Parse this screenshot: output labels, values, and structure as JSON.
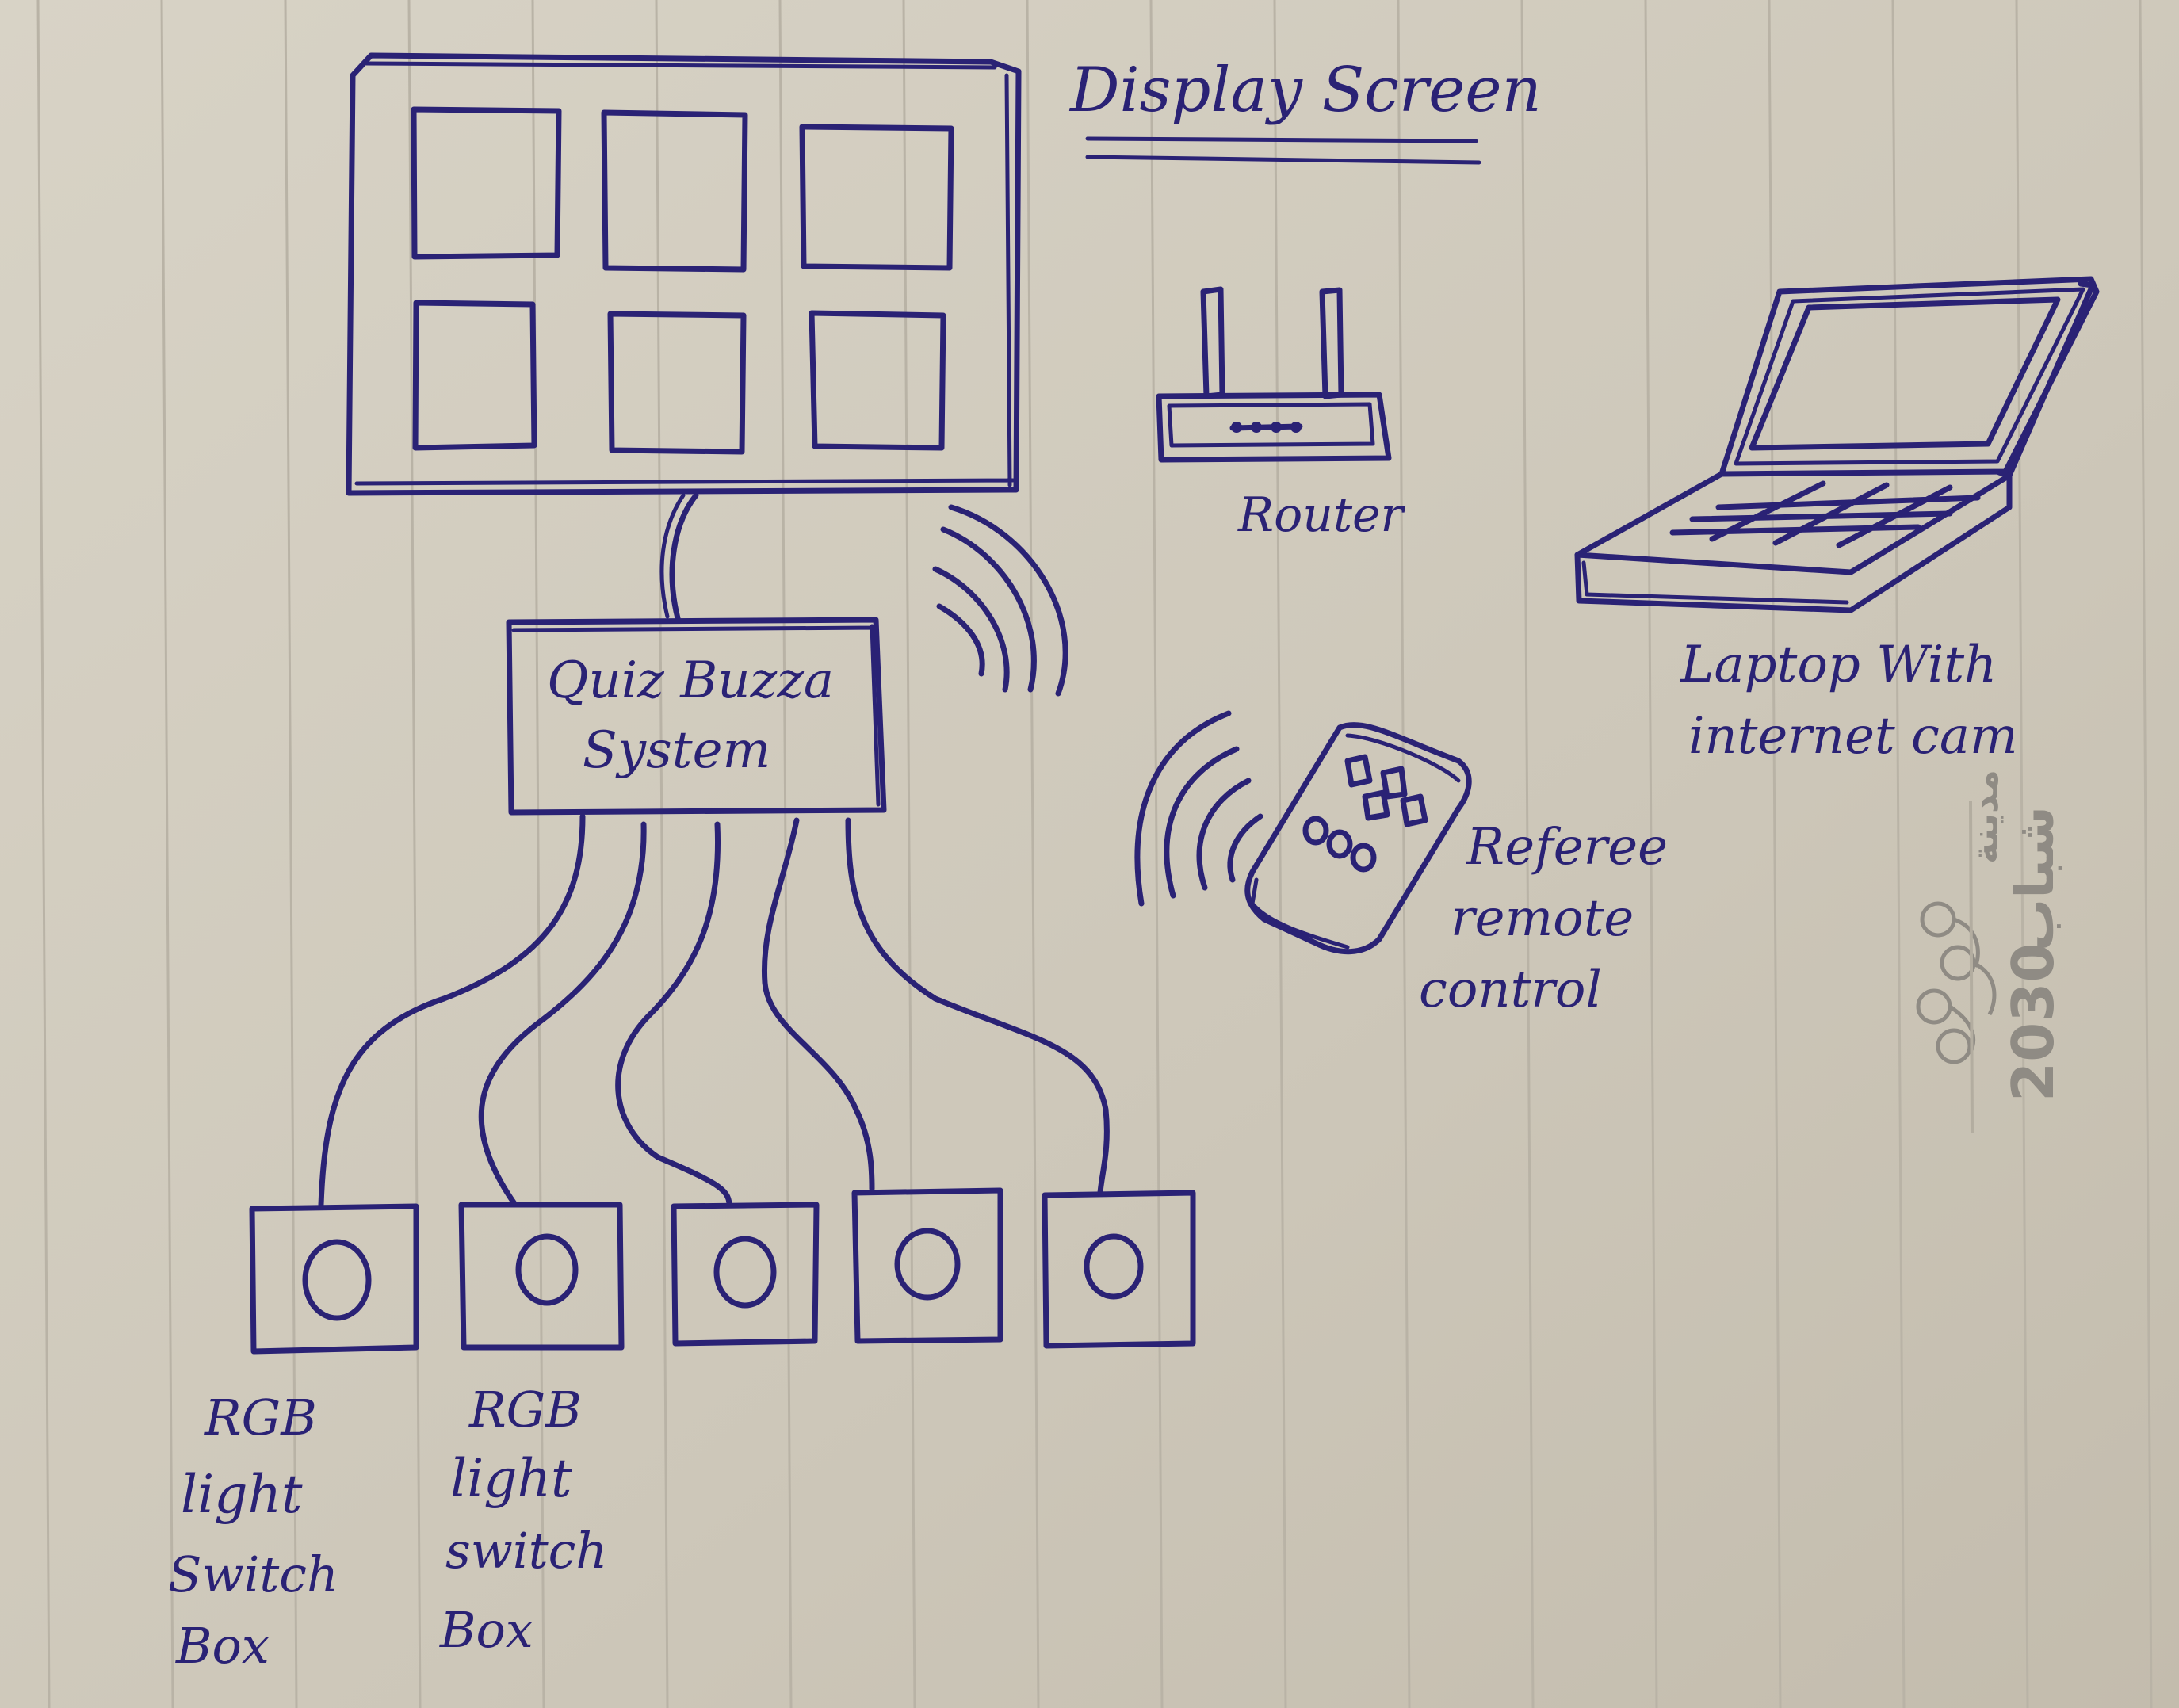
{
  "labels": {
    "display_screen": "Display Screen",
    "router": "Router",
    "laptop_line1": "Laptop With",
    "laptop_line2": "internet cam",
    "quiz_line1": "Quiz Buzza",
    "quiz_line2": "System",
    "referee_line1": "Referee",
    "referee_line2": "remote",
    "referee_line3": "control",
    "box1_line1": "RGB",
    "box1_line2": "light",
    "box1_line3": "Switch",
    "box1_line4": "Box",
    "box2_line1": "RGB",
    "box2_line2": "light",
    "box2_line3": "switch",
    "box2_line4": "Box"
  },
  "watermark": {
    "arabic_line1": "مدينة",
    "arabic_line2": "شباب",
    "year": "2030"
  },
  "colors": {
    "paper": "#cfc9bb",
    "ink": "#2a2275",
    "rule": "#b9b3a6",
    "logo": "#8f8b84"
  }
}
